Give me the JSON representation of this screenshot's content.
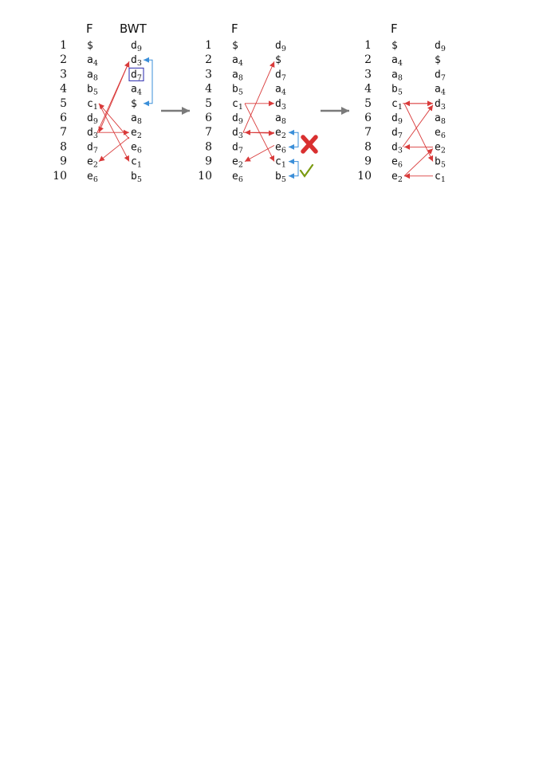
{
  "colors": {
    "red": "#d93a3a",
    "blue": "#3b8fd9",
    "gray": "#7a7a7a",
    "box": "#3b3bb5",
    "cross": "#d93030",
    "check": "#7a9a10"
  },
  "panels": [
    {
      "header_f": "F",
      "header_bwt": "BWT",
      "row_numbers": [
        "1",
        "2",
        "3",
        "4",
        "5",
        "6",
        "7",
        "8",
        "9",
        "10"
      ],
      "left": [
        [
          "$",
          ""
        ],
        [
          "a",
          "4"
        ],
        [
          "a",
          "8"
        ],
        [
          "b",
          "5"
        ],
        [
          "c",
          "1"
        ],
        [
          "d",
          "9"
        ],
        [
          "d",
          "3"
        ],
        [
          "d",
          "7"
        ],
        [
          "e",
          "2"
        ],
        [
          "e",
          "6"
        ]
      ],
      "right": [
        [
          "d",
          "9"
        ],
        [
          "d",
          "3"
        ],
        [
          "d",
          "7"
        ],
        [
          "a",
          "4"
        ],
        [
          "$",
          ""
        ],
        [
          "a",
          "8"
        ],
        [
          "e",
          "2"
        ],
        [
          "e",
          "6"
        ],
        [
          "c",
          "1"
        ],
        [
          "b",
          "5"
        ]
      ]
    },
    {
      "header_f": "F",
      "header_bwt": "",
      "row_numbers": [
        "1",
        "2",
        "3",
        "4",
        "5",
        "6",
        "7",
        "8",
        "9",
        "10"
      ],
      "left": [
        [
          "$",
          ""
        ],
        [
          "a",
          "4"
        ],
        [
          "a",
          "8"
        ],
        [
          "b",
          "5"
        ],
        [
          "c",
          "1"
        ],
        [
          "d",
          "9"
        ],
        [
          "d",
          "3"
        ],
        [
          "d",
          "7"
        ],
        [
          "e",
          "2"
        ],
        [
          "e",
          "6"
        ]
      ],
      "right": [
        [
          "d",
          "9"
        ],
        [
          "$",
          ""
        ],
        [
          "d",
          "7"
        ],
        [
          "a",
          "4"
        ],
        [
          "d",
          "3"
        ],
        [
          "a",
          "8"
        ],
        [
          "e",
          "2"
        ],
        [
          "e",
          "6"
        ],
        [
          "c",
          "1"
        ],
        [
          "b",
          "5"
        ]
      ]
    },
    {
      "header_f": "F",
      "header_bwt": "",
      "row_numbers": [
        "1",
        "2",
        "3",
        "4",
        "5",
        "6",
        "7",
        "8",
        "9",
        "10"
      ],
      "left": [
        [
          "$",
          ""
        ],
        [
          "a",
          "4"
        ],
        [
          "a",
          "8"
        ],
        [
          "b",
          "5"
        ],
        [
          "c",
          "1"
        ],
        [
          "d",
          "9"
        ],
        [
          "d",
          "7"
        ],
        [
          "d",
          "3"
        ],
        [
          "e",
          "6"
        ],
        [
          "e",
          "2"
        ]
      ],
      "right": [
        [
          "d",
          "9"
        ],
        [
          "$",
          ""
        ],
        [
          "d",
          "7"
        ],
        [
          "a",
          "4"
        ],
        [
          "d",
          "3"
        ],
        [
          "a",
          "8"
        ],
        [
          "e",
          "6"
        ],
        [
          "e",
          "2"
        ],
        [
          "b",
          "5"
        ],
        [
          "c",
          "1"
        ]
      ]
    }
  ]
}
